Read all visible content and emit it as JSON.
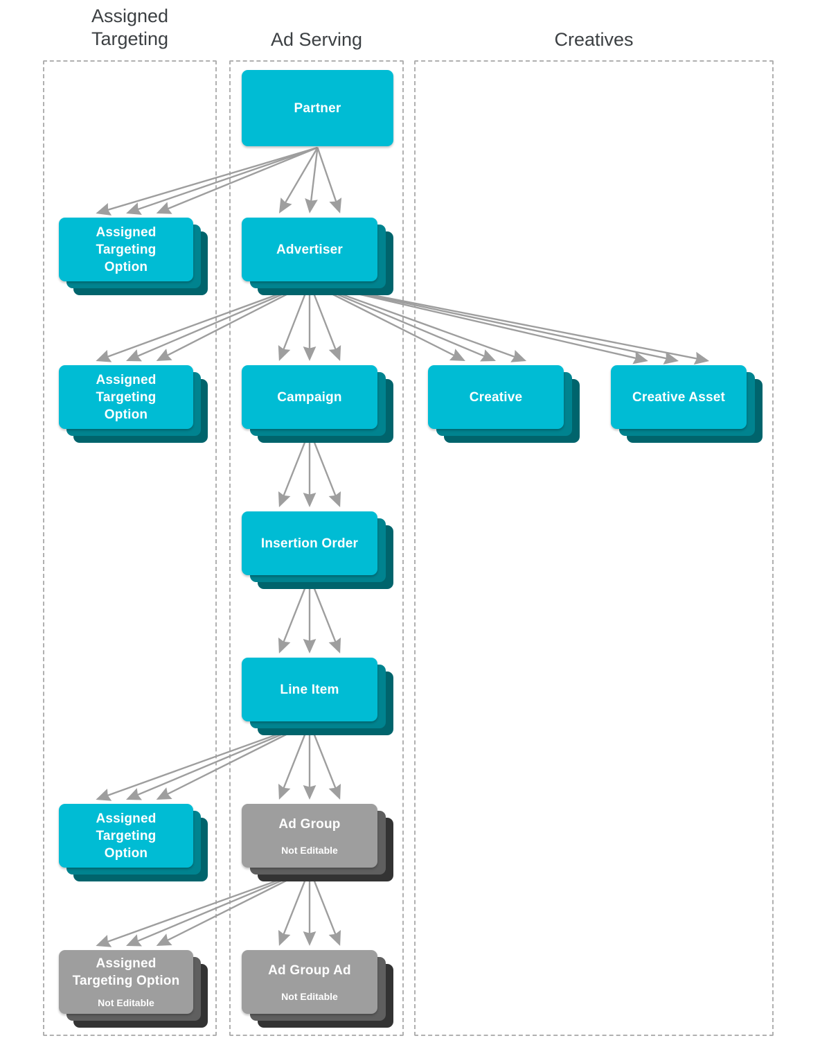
{
  "diagram": {
    "title_text_visible": false,
    "colors": {
      "node_primary": "#00bcd4",
      "node_primary_shadow": "#00838f",
      "node_primary_shadow_dark": "#00646c",
      "node_disabled": "#9e9e9e",
      "node_disabled_shadow": "#5f5f5f",
      "node_disabled_shadow_dark": "#333333",
      "edge": "#9e9e9e",
      "group_border": "#b0b0b0",
      "label_text": "#3c4043",
      "node_text": "#ffffff"
    },
    "groups": [
      {
        "id": "assigned-targeting",
        "label": "Assigned\nTargeting",
        "label_line1": "Assigned",
        "label_line2": "Targeting"
      },
      {
        "id": "ad-serving",
        "label": "Ad Serving"
      },
      {
        "id": "creatives",
        "label": "Creatives"
      }
    ],
    "nodes": [
      {
        "id": "partner",
        "label": "Partner",
        "note": "",
        "editable": true,
        "group": "ad-serving",
        "stacked": false
      },
      {
        "id": "ato-partner",
        "label": "Assigned Targeting Option",
        "note": "",
        "editable": true,
        "group": "assigned-targeting",
        "stacked": true,
        "label_lines": [
          "Assigned",
          "Targeting",
          "Option"
        ]
      },
      {
        "id": "advertiser",
        "label": "Advertiser",
        "note": "",
        "editable": true,
        "group": "ad-serving",
        "stacked": true
      },
      {
        "id": "ato-advertiser",
        "label": "Assigned Targeting Option",
        "note": "",
        "editable": true,
        "group": "assigned-targeting",
        "stacked": true,
        "label_lines": [
          "Assigned",
          "Targeting",
          "Option"
        ]
      },
      {
        "id": "campaign",
        "label": "Campaign",
        "note": "",
        "editable": true,
        "group": "ad-serving",
        "stacked": true
      },
      {
        "id": "creative",
        "label": "Creative",
        "note": "",
        "editable": true,
        "group": "creatives",
        "stacked": true
      },
      {
        "id": "creative-asset",
        "label": "Creative Asset",
        "note": "",
        "editable": true,
        "group": "creatives",
        "stacked": true
      },
      {
        "id": "insertion-order",
        "label": "Insertion Order",
        "note": "",
        "editable": true,
        "group": "ad-serving",
        "stacked": true
      },
      {
        "id": "line-item",
        "label": "Line Item",
        "note": "",
        "editable": true,
        "group": "ad-serving",
        "stacked": true
      },
      {
        "id": "ato-line-item",
        "label": "Assigned Targeting Option",
        "note": "",
        "editable": true,
        "group": "assigned-targeting",
        "stacked": true,
        "label_lines": [
          "Assigned",
          "Targeting",
          "Option"
        ]
      },
      {
        "id": "ad-group",
        "label": "Ad Group",
        "note": "Not Editable",
        "editable": false,
        "group": "ad-serving",
        "stacked": true
      },
      {
        "id": "ato-ad-group",
        "label": "Assigned Targeting Option",
        "note": "Not Editable",
        "editable": false,
        "group": "assigned-targeting",
        "stacked": true,
        "label_lines": [
          "Assigned",
          "Targeting Option"
        ]
      },
      {
        "id": "ad-group-ad",
        "label": "Ad Group Ad",
        "note": "Not Editable",
        "editable": false,
        "group": "ad-serving",
        "stacked": true
      }
    ],
    "edges": [
      {
        "from": "partner",
        "to": "ato-partner",
        "multiplicity": 3
      },
      {
        "from": "partner",
        "to": "advertiser",
        "multiplicity": 3
      },
      {
        "from": "advertiser",
        "to": "ato-advertiser",
        "multiplicity": 3
      },
      {
        "from": "advertiser",
        "to": "campaign",
        "multiplicity": 3
      },
      {
        "from": "advertiser",
        "to": "creative",
        "multiplicity": 3
      },
      {
        "from": "advertiser",
        "to": "creative-asset",
        "multiplicity": 3
      },
      {
        "from": "campaign",
        "to": "insertion-order",
        "multiplicity": 3
      },
      {
        "from": "insertion-order",
        "to": "line-item",
        "multiplicity": 3
      },
      {
        "from": "line-item",
        "to": "ato-line-item",
        "multiplicity": 3
      },
      {
        "from": "line-item",
        "to": "ad-group",
        "multiplicity": 3
      },
      {
        "from": "ad-group",
        "to": "ato-ad-group",
        "multiplicity": 3
      },
      {
        "from": "ad-group",
        "to": "ad-group-ad",
        "multiplicity": 3
      }
    ]
  }
}
